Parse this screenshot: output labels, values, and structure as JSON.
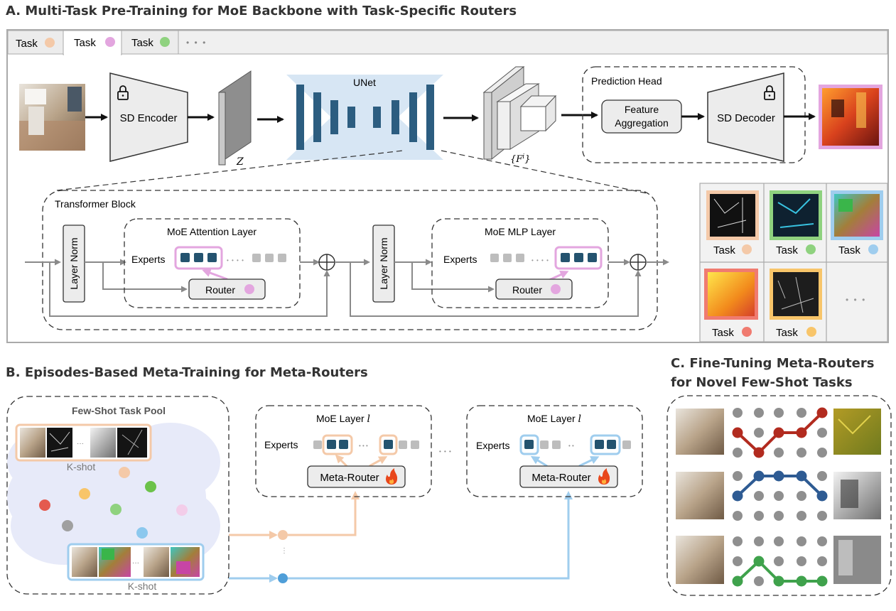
{
  "section_a": {
    "title": "A. Multi-Task Pre-Training for MoE Backbone with Task-Specific Routers",
    "tabs": [
      {
        "label": "Task",
        "color": "#f4c9a8"
      },
      {
        "label": "Task",
        "color": "#e3a6df"
      },
      {
        "label": "Task",
        "color": "#8fd27f"
      }
    ],
    "tabs_more": "• • •",
    "sd_encoder": "SD Encoder",
    "latent_label": "Z",
    "unet_label": "UNet",
    "features_label": "{F",
    "features_sup": "i",
    "features_close": "}",
    "prediction_head": "Prediction Head",
    "feature_aggregation": [
      "Feature",
      "Aggregation"
    ],
    "sd_decoder": "SD Decoder",
    "transformer_block": "Transformer Block",
    "layer_norm": "Layer Norm",
    "moe_attention": "MoE Attention Layer",
    "moe_mlp": "MoE MLP Layer",
    "experts": "Experts",
    "router": "Router",
    "dots": "• • • •",
    "outputs": [
      {
        "label": "Task",
        "color": "#f4c9a8"
      },
      {
        "label": "Task",
        "color": "#8fd27f"
      },
      {
        "label": "Task",
        "color": "#9fcdee"
      },
      {
        "label": "Task",
        "color": "#f07b70"
      },
      {
        "label": "Task",
        "color": "#f8c56a"
      }
    ],
    "outputs_more": "• • •"
  },
  "section_b": {
    "title": "B. Episodes-Based Meta-Training for Meta-Routers",
    "pool_title": "Few-Shot Task Pool",
    "kshot": "K-shot",
    "moe_layer": "MoE Layer ",
    "moe_layer_var": "l",
    "experts": "Experts",
    "meta_router": "Meta-Router",
    "between_dots": "• • •"
  },
  "section_c": {
    "title_line1": "C. Fine-Tuning Meta-Routers",
    "title_line2": "for Novel Few-Shot Tasks",
    "paths": [
      {
        "color": "#b22b1f",
        "rows": [
          1,
          2,
          1,
          1,
          0
        ]
      },
      {
        "color": "#2e5b93",
        "rows": [
          1,
          0,
          0,
          0,
          1
        ]
      },
      {
        "color": "#3fa24c",
        "rows": [
          2,
          1,
          2,
          2,
          2
        ]
      }
    ]
  },
  "colors": {
    "peach": "#f4c9a8",
    "pink": "#e3a6df",
    "green": "#8fd27f",
    "blue": "#9fcdee",
    "expert_dark": "#24536f",
    "expert_gray": "#bdbdbd",
    "unet_bg": "#d7e6f4",
    "unet_bar": "#2c5d80"
  }
}
